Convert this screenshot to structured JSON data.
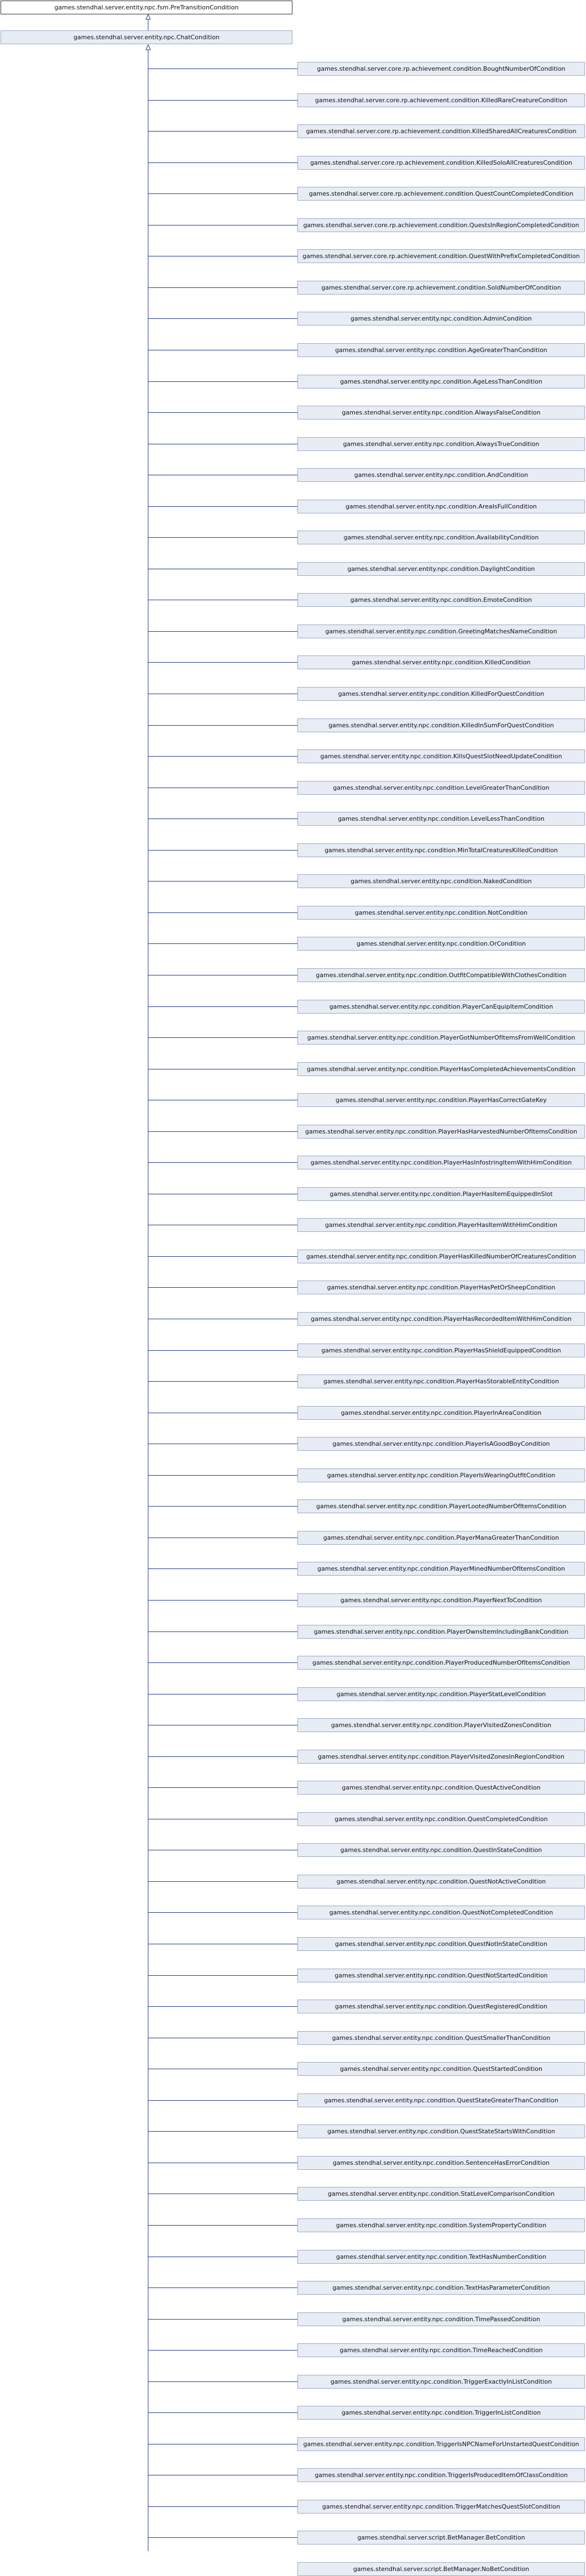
{
  "colors": {
    "node_fill": "#e7ecf5",
    "node_border": "#9aa9c4",
    "root_fill": "#ffffff",
    "root_border": "#333333",
    "edge": "#1f3a8a"
  },
  "diagram": {
    "root": "games.stendhal.server.entity.npc.fsm.PreTransitionCondition",
    "parent": "games.stendhal.server.entity.npc.ChatCondition",
    "children": [
      "games.stendhal.server.core.rp.achievement.condition.BoughtNumberOfCondition",
      "games.stendhal.server.core.rp.achievement.condition.KilledRareCreatureCondition",
      "games.stendhal.server.core.rp.achievement.condition.KilledSharedAllCreaturesCondition",
      "games.stendhal.server.core.rp.achievement.condition.KilledSoloAllCreaturesCondition",
      "games.stendhal.server.core.rp.achievement.condition.QuestCountCompletedCondition",
      "games.stendhal.server.core.rp.achievement.condition.QuestsInRegionCompletedCondition",
      "games.stendhal.server.core.rp.achievement.condition.QuestWithPrefixCompletedCondition",
      "games.stendhal.server.core.rp.achievement.condition.SoldNumberOfCondition",
      "games.stendhal.server.entity.npc.condition.AdminCondition",
      "games.stendhal.server.entity.npc.condition.AgeGreaterThanCondition",
      "games.stendhal.server.entity.npc.condition.AgeLessThanCondition",
      "games.stendhal.server.entity.npc.condition.AlwaysFalseCondition",
      "games.stendhal.server.entity.npc.condition.AlwaysTrueCondition",
      "games.stendhal.server.entity.npc.condition.AndCondition",
      "games.stendhal.server.entity.npc.condition.AreaIsFullCondition",
      "games.stendhal.server.entity.npc.condition.AvailabilityCondition",
      "games.stendhal.server.entity.npc.condition.DaylightCondition",
      "games.stendhal.server.entity.npc.condition.EmoteCondition",
      "games.stendhal.server.entity.npc.condition.GreetingMatchesNameCondition",
      "games.stendhal.server.entity.npc.condition.KilledCondition",
      "games.stendhal.server.entity.npc.condition.KilledForQuestCondition",
      "games.stendhal.server.entity.npc.condition.KilledInSumForQuestCondition",
      "games.stendhal.server.entity.npc.condition.KillsQuestSlotNeedUpdateCondition",
      "games.stendhal.server.entity.npc.condition.LevelGreaterThanCondition",
      "games.stendhal.server.entity.npc.condition.LevelLessThanCondition",
      "games.stendhal.server.entity.npc.condition.MinTotalCreaturesKilledCondition",
      "games.stendhal.server.entity.npc.condition.NakedCondition",
      "games.stendhal.server.entity.npc.condition.NotCondition",
      "games.stendhal.server.entity.npc.condition.OrCondition",
      "games.stendhal.server.entity.npc.condition.OutfitCompatibleWithClothesCondition",
      "games.stendhal.server.entity.npc.condition.PlayerCanEquipItemCondition",
      "games.stendhal.server.entity.npc.condition.PlayerGotNumberOfItemsFromWellCondition",
      "games.stendhal.server.entity.npc.condition.PlayerHasCompletedAchievementsCondition",
      "games.stendhal.server.entity.npc.condition.PlayerHasCorrectGateKey",
      "games.stendhal.server.entity.npc.condition.PlayerHasHarvestedNumberOfItemsCondition",
      "games.stendhal.server.entity.npc.condition.PlayerHasInfostringItemWithHimCondition",
      "games.stendhal.server.entity.npc.condition.PlayerHasItemEquippedInSlot",
      "games.stendhal.server.entity.npc.condition.PlayerHasItemWithHimCondition",
      "games.stendhal.server.entity.npc.condition.PlayerHasKilledNumberOfCreaturesCondition",
      "games.stendhal.server.entity.npc.condition.PlayerHasPetOrSheepCondition",
      "games.stendhal.server.entity.npc.condition.PlayerHasRecordedItemWithHimCondition",
      "games.stendhal.server.entity.npc.condition.PlayerHasShieldEquippedCondition",
      "games.stendhal.server.entity.npc.condition.PlayerHasStorableEntityCondition",
      "games.stendhal.server.entity.npc.condition.PlayerInAreaCondition",
      "games.stendhal.server.entity.npc.condition.PlayerIsAGoodBoyCondition",
      "games.stendhal.server.entity.npc.condition.PlayerIsWearingOutfitCondition",
      "games.stendhal.server.entity.npc.condition.PlayerLootedNumberOfItemsCondition",
      "games.stendhal.server.entity.npc.condition.PlayerManaGreaterThanCondition",
      "games.stendhal.server.entity.npc.condition.PlayerMinedNumberOfItemsCondition",
      "games.stendhal.server.entity.npc.condition.PlayerNextToCondition",
      "games.stendhal.server.entity.npc.condition.PlayerOwnsItemIncludingBankCondition",
      "games.stendhal.server.entity.npc.condition.PlayerProducedNumberOfItemsCondition",
      "games.stendhal.server.entity.npc.condition.PlayerStatLevelCondition",
      "games.stendhal.server.entity.npc.condition.PlayerVisitedZonesCondition",
      "games.stendhal.server.entity.npc.condition.PlayerVisitedZonesInRegionCondition",
      "games.stendhal.server.entity.npc.condition.QuestActiveCondition",
      "games.stendhal.server.entity.npc.condition.QuestCompletedCondition",
      "games.stendhal.server.entity.npc.condition.QuestInStateCondition",
      "games.stendhal.server.entity.npc.condition.QuestNotActiveCondition",
      "games.stendhal.server.entity.npc.condition.QuestNotCompletedCondition",
      "games.stendhal.server.entity.npc.condition.QuestNotInStateCondition",
      "games.stendhal.server.entity.npc.condition.QuestNotStartedCondition",
      "games.stendhal.server.entity.npc.condition.QuestRegisteredCondition",
      "games.stendhal.server.entity.npc.condition.QuestSmallerThanCondition",
      "games.stendhal.server.entity.npc.condition.QuestStartedCondition",
      "games.stendhal.server.entity.npc.condition.QuestStateGreaterThanCondition",
      "games.stendhal.server.entity.npc.condition.QuestStateStartsWithCondition",
      "games.stendhal.server.entity.npc.condition.SentenceHasErrorCondition",
      "games.stendhal.server.entity.npc.condition.StatLevelComparisonCondition",
      "games.stendhal.server.entity.npc.condition.SystemPropertyCondition",
      "games.stendhal.server.entity.npc.condition.TextHasNumberCondition",
      "games.stendhal.server.entity.npc.condition.TextHasParameterCondition",
      "games.stendhal.server.entity.npc.condition.TimePassedCondition",
      "games.stendhal.server.entity.npc.condition.TimeReachedCondition",
      "games.stendhal.server.entity.npc.condition.TriggerExactlyInListCondition",
      "games.stendhal.server.entity.npc.condition.TriggerInListCondition",
      "games.stendhal.server.entity.npc.condition.TriggerIsNPCNameForUnstartedQuestCondition",
      "games.stendhal.server.entity.npc.condition.TriggerIsProducedItemOfClassCondition",
      "games.stendhal.server.entity.npc.condition.TriggerMatchesQuestSlotCondition",
      "games.stendhal.server.script.BetManager.BetCondition",
      "games.stendhal.server.script.BetManager.NoBetCondition"
    ]
  }
}
